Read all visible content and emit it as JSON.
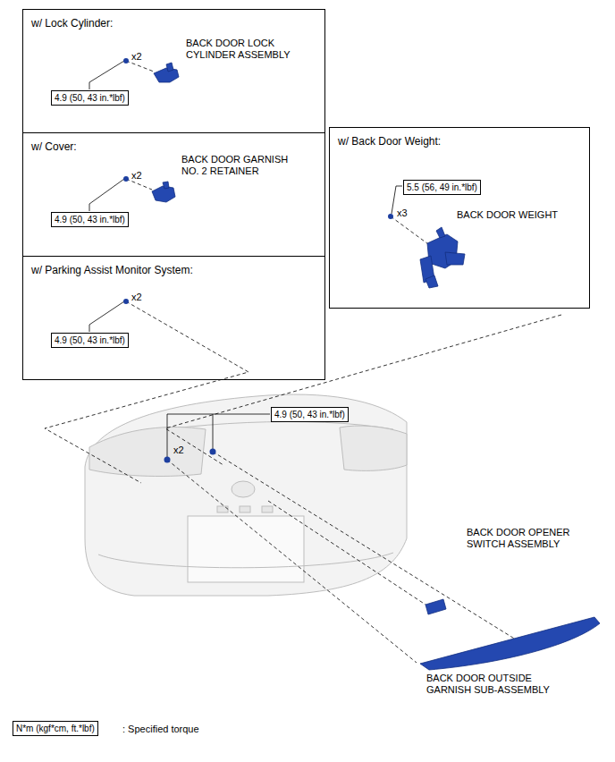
{
  "diagram": {
    "nodes": [
      {
        "text": [
          "w/ Lock Cylinder:"
        ]
      },
      {
        "text": [
          "4.9 (50, 43 in.*lbf)"
        ],
        "in": 0
      },
      {
        "text": [
          "w/ Cover:"
        ]
      },
      {
        "text": [
          "4.9 (50, 43 in.*lbf)"
        ],
        "in": 2
      },
      {
        "text": [
          "w/ Parking Assist Monitor System:"
        ]
      },
      {
        "text": [
          "4.9 (50, 43 in.*lbf)"
        ],
        "in": 4
      },
      {
        "text": [
          "w/ Back Door Weight:"
        ]
      },
      {
        "text": [
          "5.5 (56, 49 in.*lbf)"
        ],
        "in": 6
      },
      {
        "text": [
          "4.9 (50, 43 in.*lbf)"
        ]
      },
      {
        "text": [
          "N*m (kgf*cm, ft.*lbf)"
        ]
      }
    ],
    "labels": [
      "x2",
      "BACK DOOR LOCK CYLINDER ASSEMBLY",
      "x2",
      "BACK DOOR GARNISH NO. 2 RETAINER",
      "x2",
      "x3",
      "BACK DOOR WEIGHT",
      "x2",
      "BACK DOOR OPENER SWITCH ASSEMBLY",
      "BACK DOOR OUTSIDE GARNISH SUB-ASSEMBLY",
      ": Specified torque"
    ]
  }
}
